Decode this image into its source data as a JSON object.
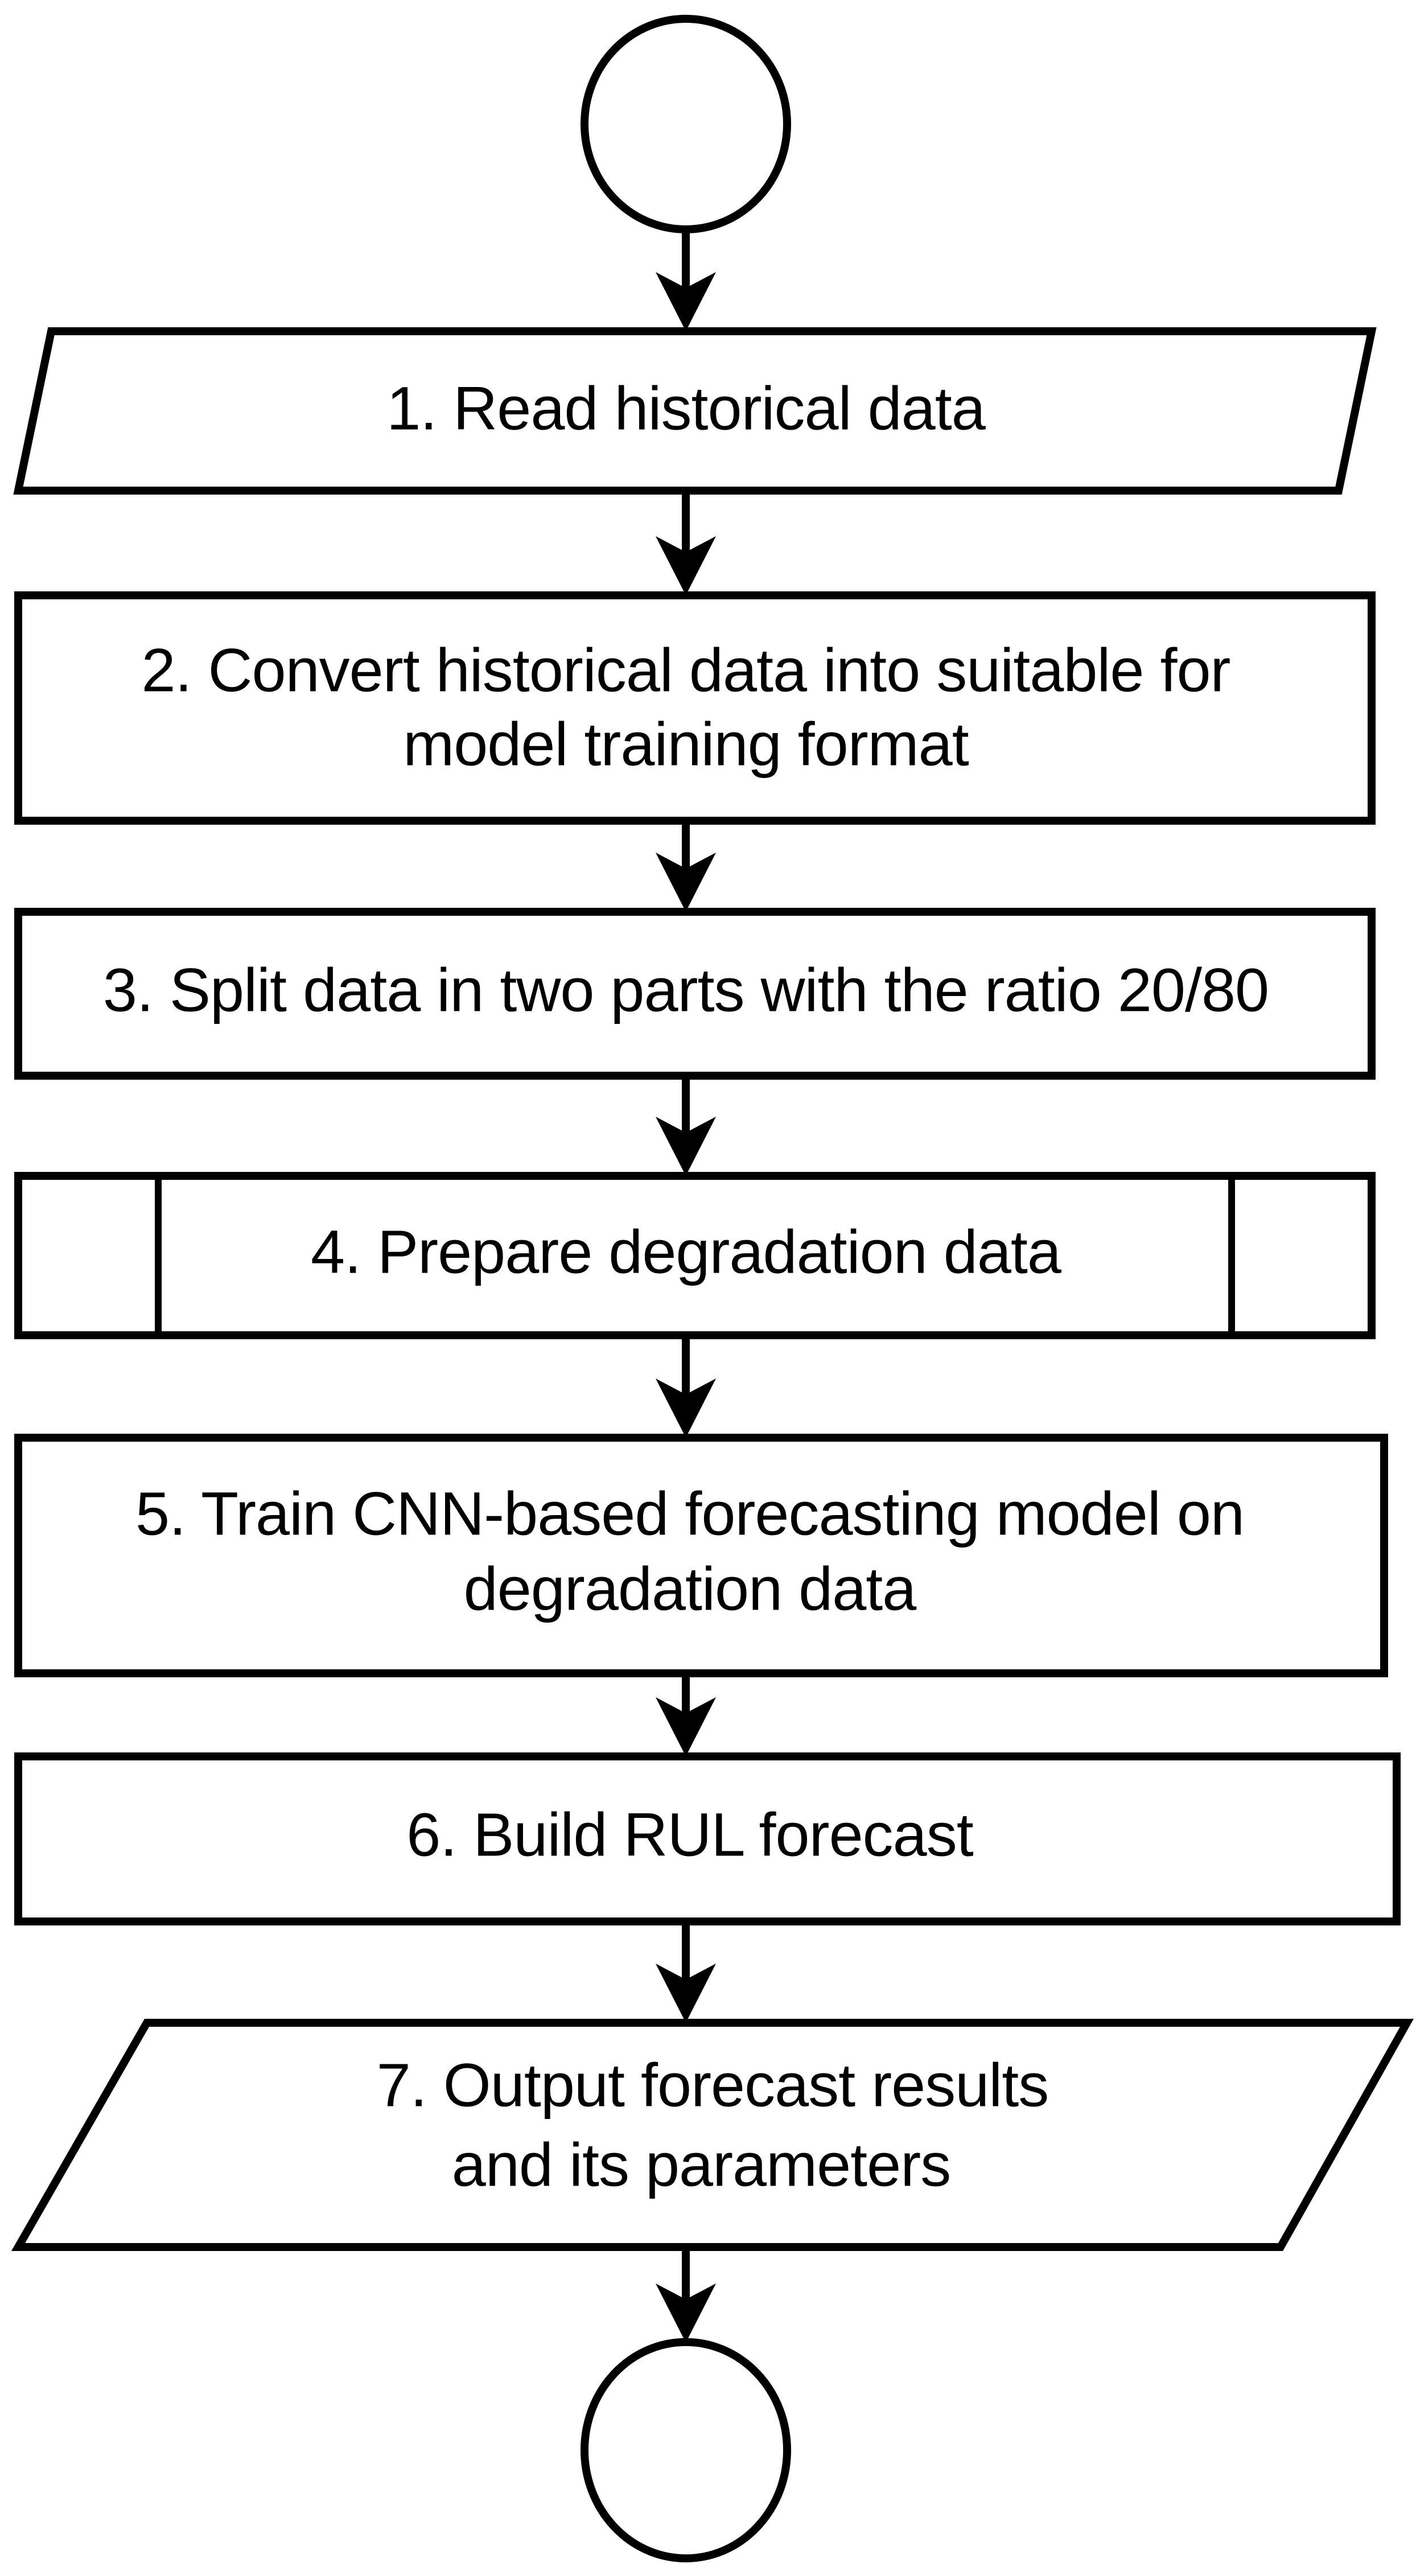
{
  "diagram": {
    "title": "RUL forecasting process flowchart",
    "orientation": "top-to-bottom",
    "stroke_color": "#000000",
    "fill_color": "#ffffff",
    "background_color": "#ffffff"
  },
  "nodes": [
    {
      "id": "start",
      "shape": "circle",
      "label": ""
    },
    {
      "id": "step1",
      "shape": "parallelogram",
      "semantic": "input",
      "lines": [
        "1. Read historical data"
      ]
    },
    {
      "id": "step2",
      "shape": "rectangle",
      "semantic": "process",
      "lines": [
        "2. Convert historical data into suitable for",
        "model training format"
      ]
    },
    {
      "id": "step3",
      "shape": "rectangle",
      "semantic": "process",
      "lines": [
        "3. Split data in two parts with the ratio 20/80"
      ]
    },
    {
      "id": "step4",
      "shape": "predefined-process",
      "semantic": "subroutine",
      "lines": [
        "4. Prepare degradation data"
      ]
    },
    {
      "id": "step5",
      "shape": "rectangle",
      "semantic": "process",
      "lines": [
        "5. Train CNN-based forecasting model on",
        "degradation data"
      ]
    },
    {
      "id": "step6",
      "shape": "rectangle",
      "semantic": "process",
      "lines": [
        "6. Build RUL forecast"
      ]
    },
    {
      "id": "step7",
      "shape": "parallelogram",
      "semantic": "output",
      "lines": [
        "7. Output forecast results",
        "and its parameters"
      ]
    },
    {
      "id": "end",
      "shape": "circle",
      "label": ""
    }
  ],
  "edges": [
    {
      "from": "start",
      "to": "step1",
      "label": ""
    },
    {
      "from": "step1",
      "to": "step2",
      "label": ""
    },
    {
      "from": "step2",
      "to": "step3",
      "label": ""
    },
    {
      "from": "step3",
      "to": "step4",
      "label": ""
    },
    {
      "from": "step4",
      "to": "step5",
      "label": ""
    },
    {
      "from": "step5",
      "to": "step6",
      "label": ""
    },
    {
      "from": "step6",
      "to": "step7",
      "label": ""
    },
    {
      "from": "step7",
      "to": "end",
      "label": ""
    }
  ],
  "text": {
    "step1_l1": "1. Read historical data",
    "step2_l1": "2. Convert historical data into suitable for",
    "step2_l2": "model training format",
    "step3_l1": "3. Split data in two parts with the ratio 20/80",
    "step4_l1": "4. Prepare degradation data",
    "step5_l1": "5. Train CNN-based forecasting model on",
    "step5_l2": "degradation data",
    "step6_l1": "6. Build RUL forecast",
    "step7_l1": "7. Output forecast results",
    "step7_l2": "and its parameters"
  }
}
